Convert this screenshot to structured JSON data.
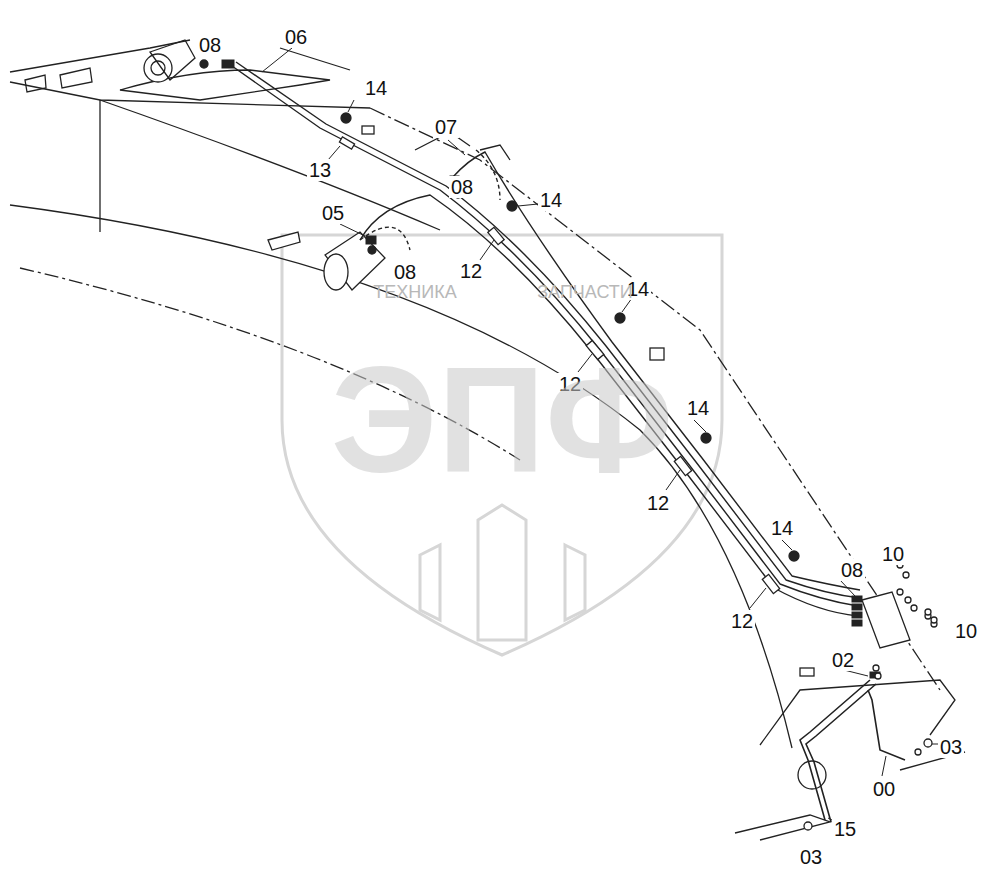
{
  "diagram": {
    "labels": [
      "08",
      "06",
      "14",
      "13",
      "07",
      "08",
      "14",
      "05",
      "08",
      "12",
      "14",
      "12",
      "14",
      "12",
      "14",
      "12",
      "08",
      "10",
      "10",
      "02",
      "03",
      "00",
      "15",
      "03",
      "ТЕХНИКА",
      "ЗАПЧАСТИ",
      "ЭПФ"
    ]
  }
}
